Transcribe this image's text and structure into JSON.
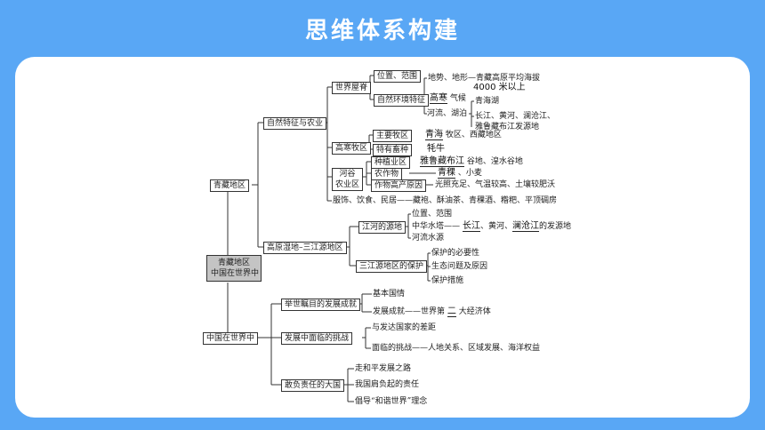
{
  "page_title": "思维体系构建",
  "root": {
    "line1": "青藏地区",
    "line2": "中国在世界中"
  },
  "qz": {
    "label": "青藏地区",
    "ziran": {
      "label": "自然特征与农业",
      "sjwj": {
        "label": "世界屋脊",
        "weizhi": "位置、范围",
        "dishi": "地势、地形—青藏高原平均海拔",
        "altitude": "4000 米以上"
      },
      "zrhj": {
        "label": "自然环境特征",
        "gaohan": "高寒",
        "qihou": "气候",
        "hl": "河流、湖泊",
        "qhh": "青海湖",
        "rivers": "长江、黄河、澜沧江、",
        "yl": "雅鲁藏布江发源地"
      },
      "gh": {
        "label": "高寒牧区",
        "zymq": "主要牧区",
        "qinghai": "青海",
        "mq": "牧区、西藏地区",
        "tsxz": "特有畜种",
        "maoniu": "牦牛"
      },
      "hg": {
        "label1": "河谷",
        "label2": "农业区",
        "zzq": "种植业区",
        "ylzbj": "雅鲁藏布江",
        "gd": "谷地、湟水谷地",
        "nzw": "农作物",
        "qingke": "青稞",
        "xm": "、小麦",
        "zwgc": "作物高产原因",
        "reasons": "光照充足、气温较高、土壤较肥沃"
      },
      "fushi": "服饰、饮食、民居——藏袍、酥油茶、青稞酒、糌粑、平顶碉房"
    },
    "sjy": {
      "label": "高原湿地–三江源地区",
      "jhy": {
        "label": "江河的源地",
        "wz": "位置、范围",
        "zhst": "中华水塔——",
        "cj": "长江",
        "hh": "、黄河、",
        "lcj": "澜沧江",
        "fyd": "的发源地",
        "hlsy": "河流水源"
      },
      "bh": {
        "label": "三江源地区的保护",
        "by": "保护的必要性",
        "st": "生态问题及原因",
        "cs": "保护措施"
      }
    }
  },
  "sj": {
    "label": "中国在世界中",
    "fzcj": {
      "label": "举世瞩目的发展成就",
      "jbgq": "基本国情",
      "fzcj2": "发展成就——世界第",
      "er": "二",
      "dajj": "大经济体"
    },
    "tz": {
      "label": "发展中面临的挑战",
      "gap": "与发达国家的差距",
      "mldz": "面临的挑战——人地关系、区域发展、海洋权益"
    },
    "fz": {
      "label": "敢负责任的大国",
      "hp": "走和平发展之路",
      "zr": "我国肩负起的责任",
      "hx": "倡导“和谐世界”理念"
    }
  }
}
